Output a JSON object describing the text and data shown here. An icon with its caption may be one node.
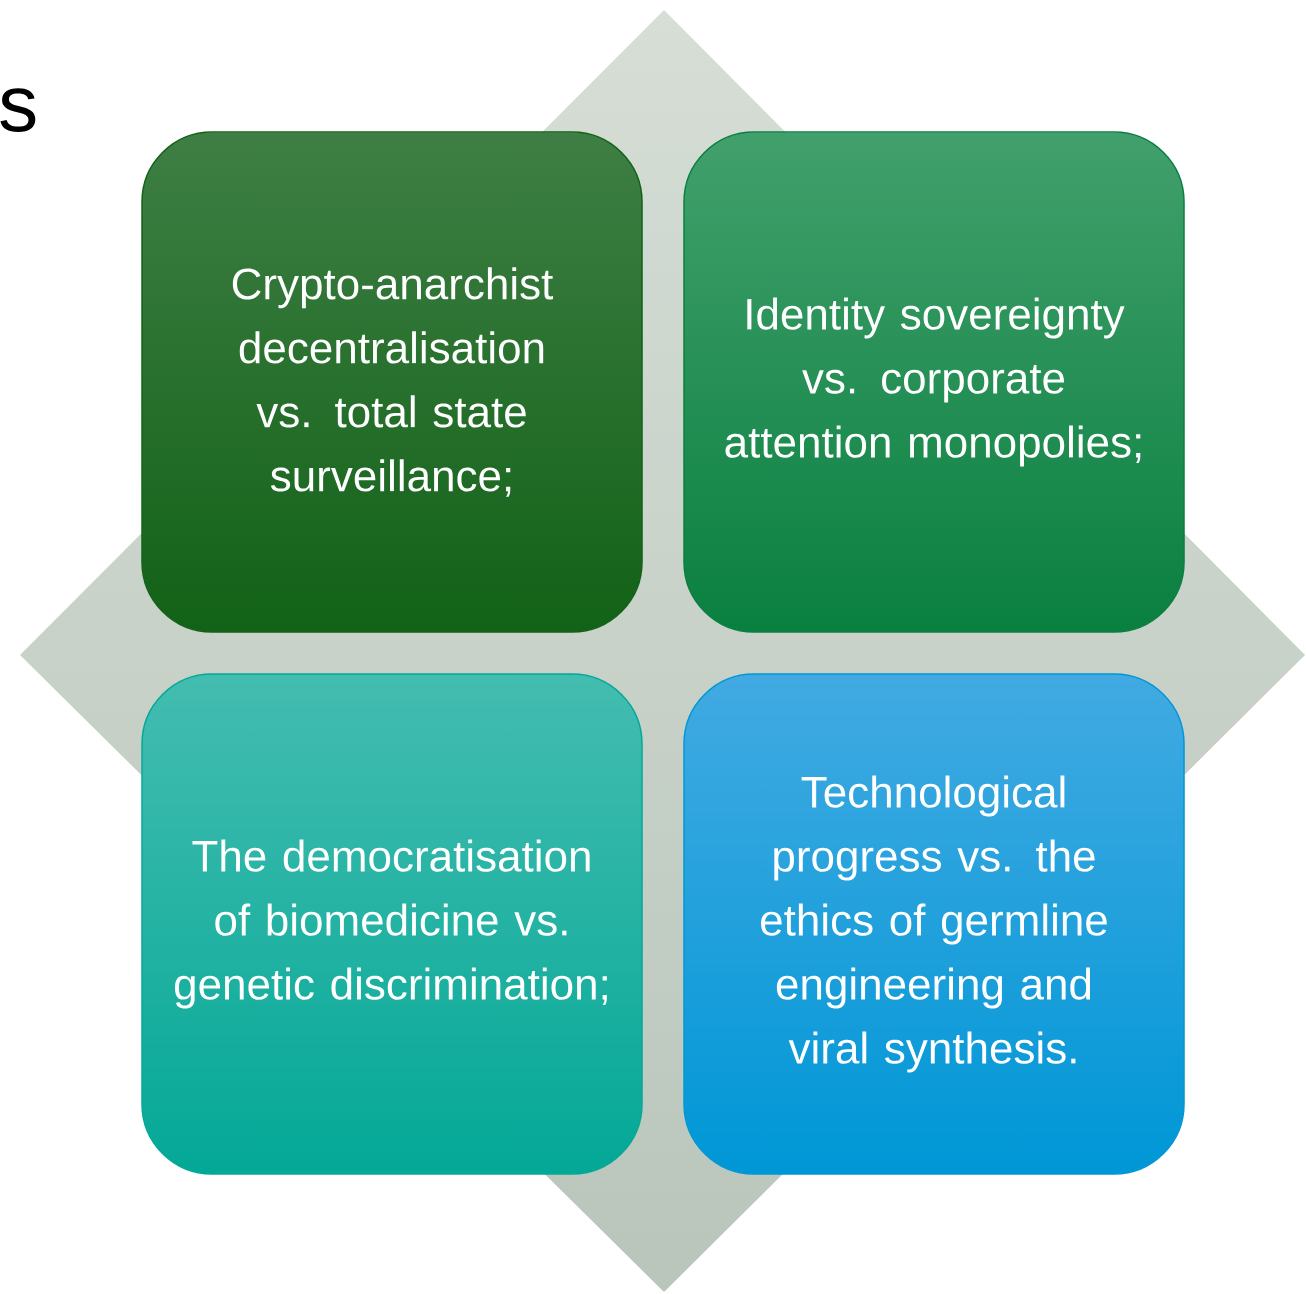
{
  "diagram": {
    "nodes": [
      {
        "text": [
          "Crypto-anarchist decentralisation vs. total state surveillance;"
        ]
      },
      {
        "text": [
          "Identity sovereignty vs. corporate attention monopolies;"
        ]
      },
      {
        "text": [
          "The democratisation of biomedicine vs. genetic discrimination;"
        ]
      },
      {
        "text": [
          "Technological progress vs. the ethics of germline engineering and viral synthesis."
        ]
      }
    ],
    "labels": [
      "s"
    ]
  }
}
